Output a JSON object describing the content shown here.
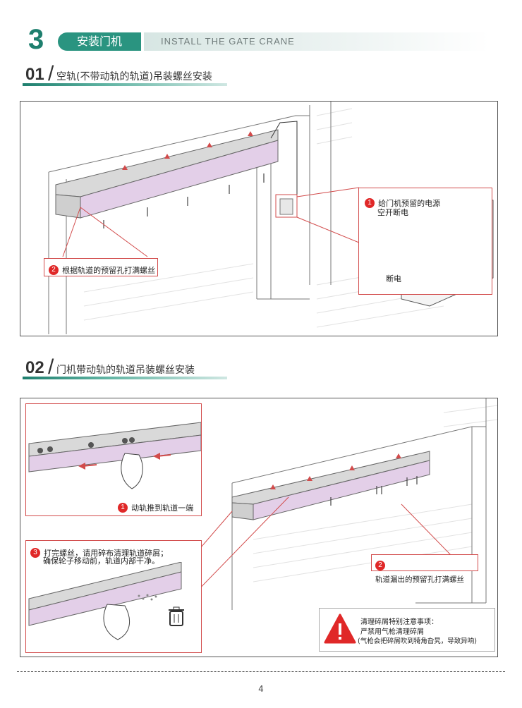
{
  "header": {
    "step_number": "3",
    "step_title": "安装门机",
    "step_title_en": "INSTALL THE GATE CRANE"
  },
  "section1": {
    "number": "01",
    "title": "空轨(不带动轨的轨道)吊装螺丝安装",
    "callout_power": {
      "badge": "1",
      "line1": "给门机预留的电源",
      "line2": "空开断电",
      "label_off": "断电"
    },
    "callout_screw": {
      "badge": "2",
      "text": "根据轨道的预留孔打满螺丝"
    }
  },
  "section2": {
    "number": "02",
    "title": "门机带动轨的轨道吊装螺丝安装",
    "callout_push": {
      "badge": "1",
      "text": "动轨推到轨道一端"
    },
    "callout_screw": {
      "badge": "2",
      "text": "轨道漏出的预留孔打满螺丝"
    },
    "callout_clean": {
      "badge": "3",
      "line1": "打完螺丝，请用碎布清理轨道碎屑；",
      "line2": "确保轮子移动前，轨道内部干净。"
    },
    "warning": {
      "line1": "清理碎屑特别注意事项：",
      "line2": "严禁用气枪清理碎屑",
      "line3": "(气枪会把碎屑吹到犄角旮旯，导致异响)"
    }
  },
  "footer": {
    "page": "4"
  },
  "colors": {
    "accent": "#1e7f6e",
    "callout_red": "#d24b4b",
    "rail_purple": "#e3cfe8"
  }
}
